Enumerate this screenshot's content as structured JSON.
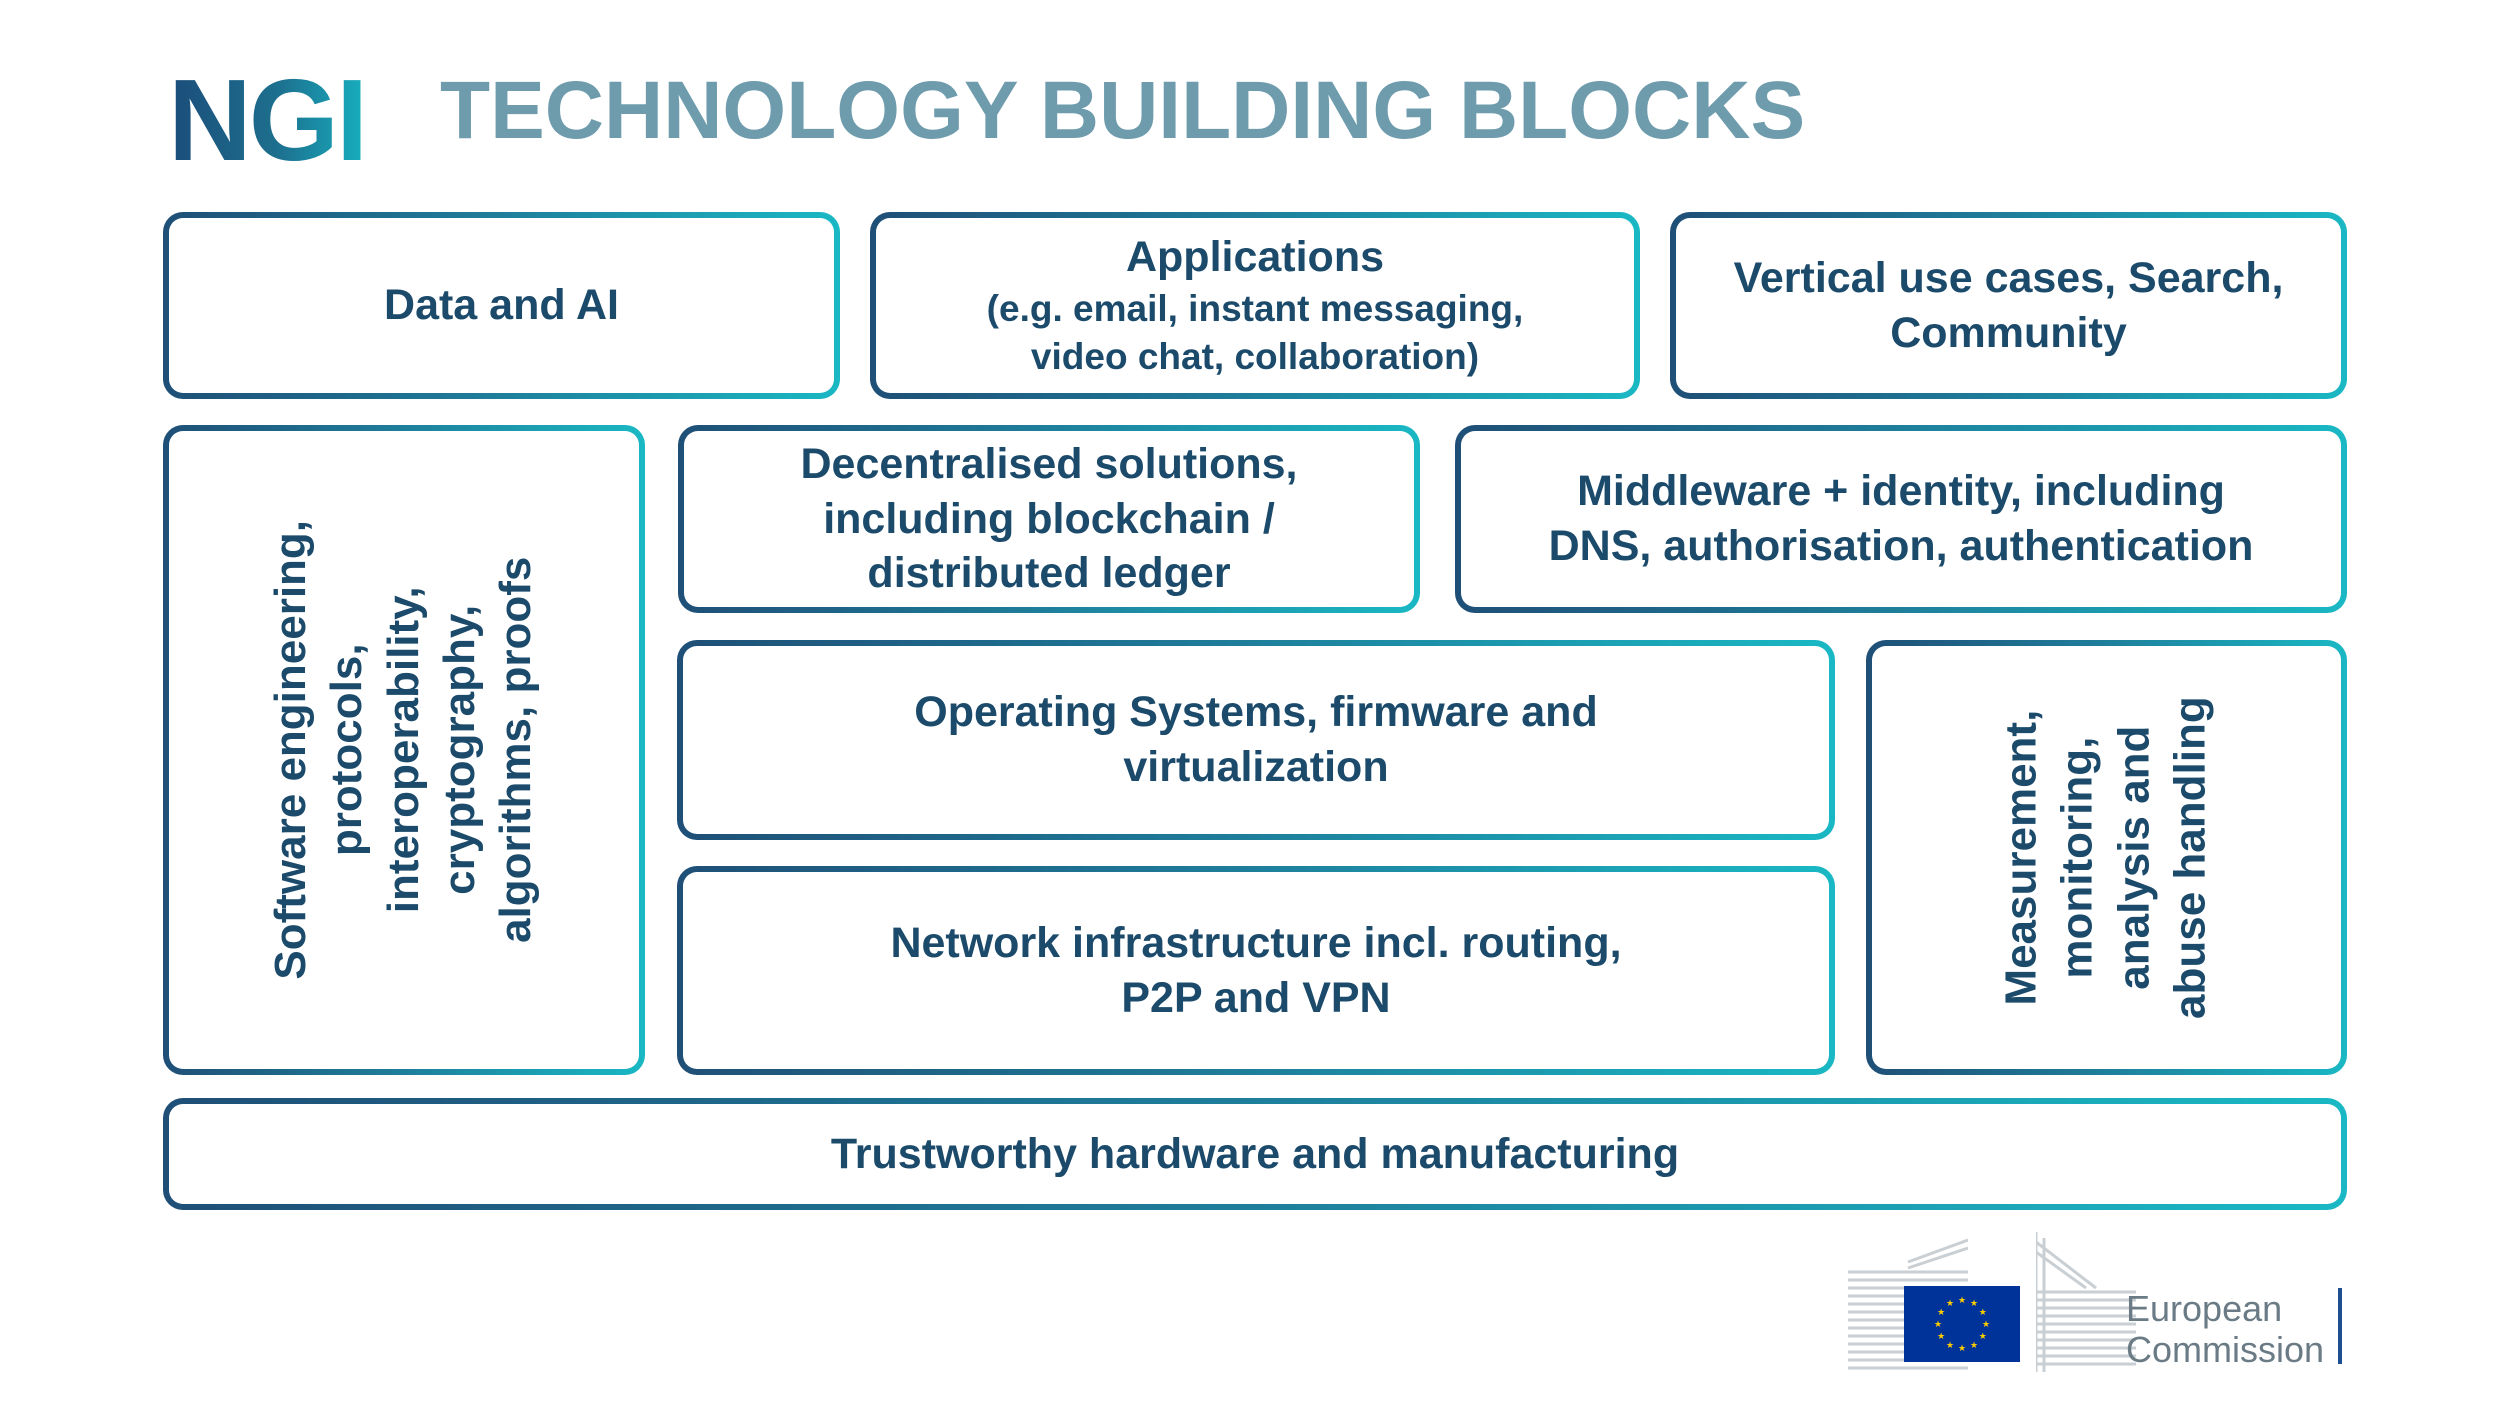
{
  "header": {
    "logo": "NGI",
    "title": "TECHNOLOGY BUILDING BLOCKS"
  },
  "blocks": {
    "data_ai": "Data and AI",
    "applications": {
      "title": "Applications",
      "sub_line1": "(e.g. email, instant messaging,",
      "sub_line2": "video chat, collaboration)"
    },
    "vertical": {
      "line1": "Vertical use cases, Search,",
      "line2": "Community"
    },
    "software": {
      "line1": "Software engineering,",
      "line2": "protocols,",
      "line3": "interoperability,",
      "line4": "cryptography,",
      "line5": "algorithms, proofs"
    },
    "decentralised": {
      "line1": "Decentralised solutions,",
      "line2": "including blockchain /",
      "line3": "distributed ledger"
    },
    "middleware": {
      "line1": "Middleware + identity, including",
      "line2": "DNS, authorisation, authentication"
    },
    "os": {
      "line1": "Operating Systems, firmware and",
      "line2": "virtualization"
    },
    "measurement": {
      "line1": "Measurement,",
      "line2": "monitoring,",
      "line3": "analysis and",
      "line4": "abuse handling"
    },
    "network": {
      "line1": "Network infrastructure incl. routing,",
      "line2": "P2P and VPN"
    },
    "hardware": "Trustworthy hardware and manufacturing"
  },
  "footer": {
    "ec_line1": "European",
    "ec_line2": "Commission",
    "flag_color": "#003399",
    "star_color": "#ffcc00"
  },
  "colors": {
    "block_text": "#1b4a6b",
    "title": "#6e9cad",
    "border_start": "#1f4f77",
    "border_end": "#1ab8c4"
  }
}
